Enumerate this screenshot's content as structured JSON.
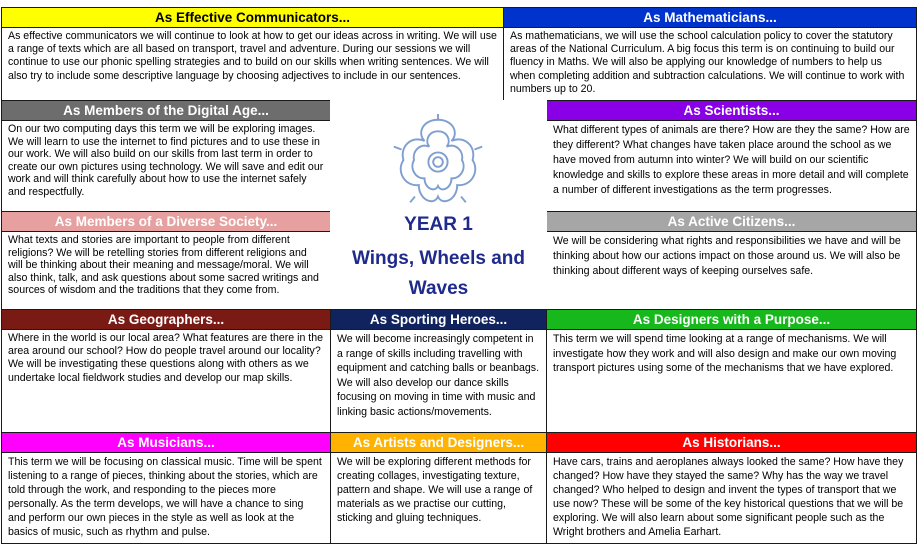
{
  "center": {
    "year": "YEAR 1",
    "topic": "Wings, Wheels and Waves",
    "emblem": "tudor-rose-icon",
    "title_color": "#1e2a8c"
  },
  "sections": {
    "communicators": {
      "heading": "As Effective Communicators...",
      "color": "#ffff00",
      "text": "As effective communicators we will continue to look at how to get our ideas across in writing. We will use a range of texts which are all based on transport, travel and adventure. During our sessions we will continue to use our phonic spelling strategies and to build on our skills when writing sentences.  We will also try to include some descriptive language by choosing adjectives to include in our sentences."
    },
    "mathematicians": {
      "heading": "As Mathematicians...",
      "color": "#0033cc",
      "text": "As mathematicians, we will use the school calculation policy to cover the statutory areas of the National Curriculum. A big focus this term is on continuing to build our fluency in Maths.  We will also be applying our knowledge of numbers to help us when completing addition and subtraction calculations.  We will continue to work with numbers up to 20."
    },
    "digital": {
      "heading": "As Members of the Digital Age...",
      "color": "#6d6d6d",
      "text": "On our two computing days this term we will be exploring images.  We will learn to use the internet to find pictures and to use these in our work.  We will also build on our skills from last term in order to create our own pictures using technology.  We will save and edit our work and will think carefully about how to use the internet safely and respectfully."
    },
    "scientists": {
      "heading": "As Scientists...",
      "color": "#8a00e6",
      "text": "What different types of animals are there? How are they the same? How are they different? What changes have taken place around the school as we have moved from autumn into winter?  We will build on our scientific knowledge and skills to explore these areas in more detail and will complete a number of different investigations as the term progresses."
    },
    "diverse": {
      "heading": "As Members of a Diverse Society...",
      "color": "#e6a0a0",
      "text": "What texts and stories are important to people from different religions?  We will be retelling stories from different religions and will be thinking about their meaning and message/moral.  We will also think, talk, and ask questions about some sacred writings and sources of wisdom and the traditions that they come from."
    },
    "citizens": {
      "heading": "As Active Citizens...",
      "color": "#a6a6a6",
      "text": "We will be considering what rights and responsibilities we have and will be thinking about how our actions impact on those around us.  We will also be thinking about different ways of keeping ourselves safe."
    },
    "geographers": {
      "heading": "As Geographers...",
      "color": "#7a1a14",
      "text": "Where in the world is our local area?  What features are there in the area around our school?  How do people travel around our locality?  We will be investigating these questions along with others as we undertake local fieldwork studies and develop our map skills."
    },
    "sporting": {
      "heading": "As Sporting Heroes...",
      "color": "#10235e",
      "text": "We will become increasingly competent in a range of skills including travelling with equipment and catching balls or beanbags.  We will also develop our dance skills focusing on moving in time with music and linking basic actions/movements."
    },
    "designers": {
      "heading": "As Designers with a Purpose...",
      "color": "#16b81c",
      "text": "This term we will spend time looking at a range of mechanisms. We will investigate how they work and will also design and make our own moving transport pictures using some of the mechanisms that we have explored."
    },
    "musicians": {
      "heading": "As Musicians...",
      "color": "#ff00ff",
      "text": "This term we will be focusing on classical music. Time will be spent listening to a range of pieces, thinking about the stories, which are told through the work, and responding to the pieces more personally.  As the term develops, we will have a chance to sing and perform our own pieces in the style as well as look at the basics of music, such as rhythm and pulse."
    },
    "artists": {
      "heading": "As Artists and Designers...",
      "color": "#ffb300",
      "text": "We will be exploring different methods for creating collages, investigating texture, pattern and shape.  We will use a range of materials as we practise our cutting, sticking and gluing techniques."
    },
    "historians": {
      "heading": "As Historians...",
      "color": "#ff0000",
      "text": "Have cars, trains and aeroplanes always looked the same? How have they changed?  How have they stayed the same? Why has the way we travel changed? Who helped to design and invent the types of transport that we use now? These will be some of the key historical questions that we will be exploring.  We will also learn about some significant people such as the Wright brothers and Amelia Earhart."
    }
  }
}
